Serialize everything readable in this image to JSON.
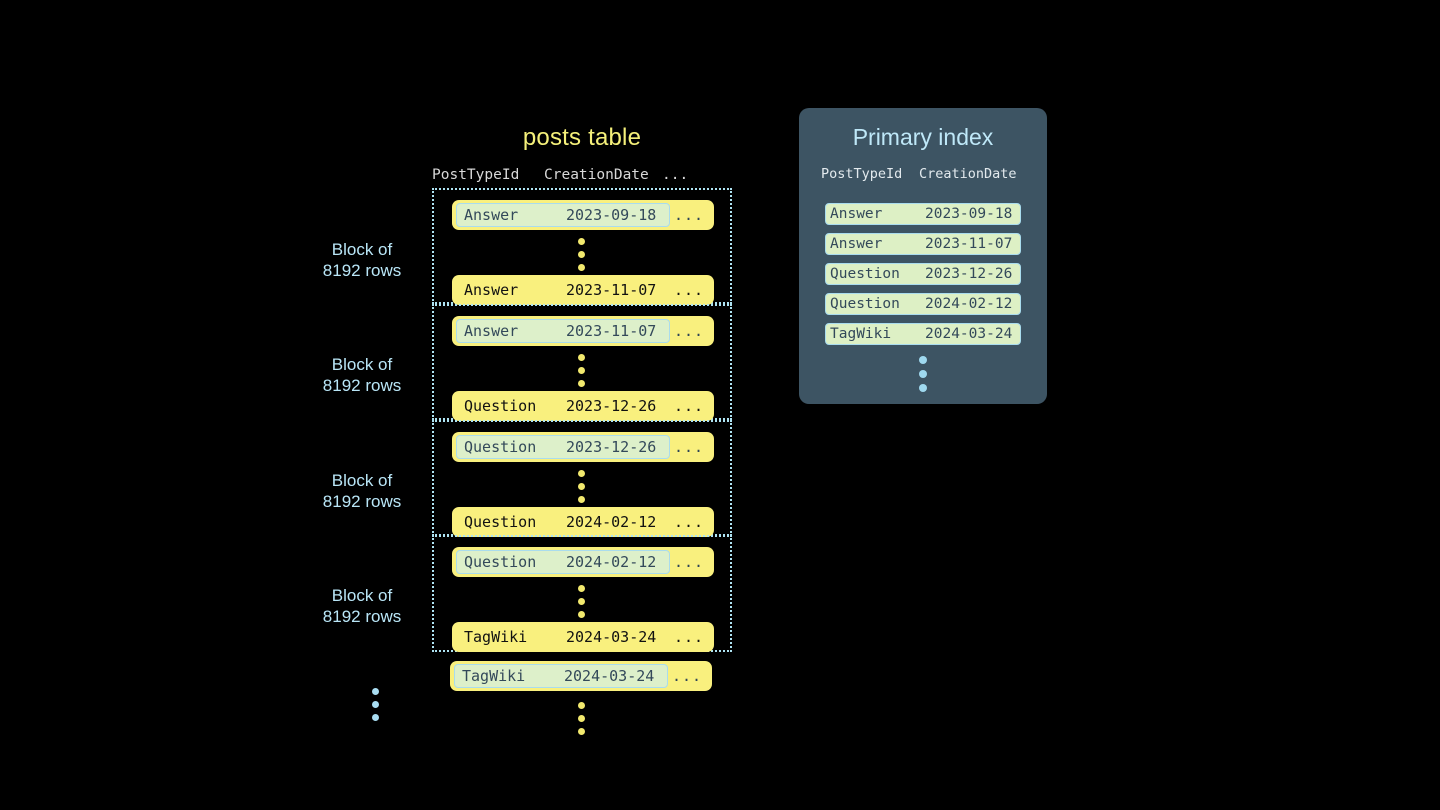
{
  "background_color": "#000000",
  "colors": {
    "row_yellow": "#f9f07e",
    "highlight_mint": "#ddf0ca",
    "highlight_border": "#a9dcee",
    "panel_slate": "#3d5463",
    "accent_blue": "#b9e6f7",
    "title_yellow": "#f5f07a",
    "dot_yellow": "#f2e96e",
    "dot_blue": "#a9ddf2"
  },
  "posts_table": {
    "title": "posts table",
    "columns": {
      "post_type_id": "PostTypeId",
      "creation_date": "CreationDate",
      "more": "..."
    },
    "row_ellipsis": "...",
    "blocks": [
      {
        "label_line1": "Block of",
        "label_line2": "8192 rows",
        "first_row": {
          "type": "Answer",
          "date": "2023-09-18",
          "highlighted": true
        },
        "last_row": {
          "type": "Answer",
          "date": "2023-11-07",
          "highlighted": false
        }
      },
      {
        "label_line1": "Block of",
        "label_line2": "8192 rows",
        "first_row": {
          "type": "Answer",
          "date": "2023-11-07",
          "highlighted": true
        },
        "last_row": {
          "type": "Question",
          "date": "2023-12-26",
          "highlighted": false
        }
      },
      {
        "label_line1": "Block of",
        "label_line2": "8192 rows",
        "first_row": {
          "type": "Question",
          "date": "2023-12-26",
          "highlighted": true
        },
        "last_row": {
          "type": "Question",
          "date": "2024-02-12",
          "highlighted": false
        }
      },
      {
        "label_line1": "Block of",
        "label_line2": "8192 rows",
        "first_row": {
          "type": "Question",
          "date": "2024-02-12",
          "highlighted": true
        },
        "last_row": {
          "type": "TagWiki",
          "date": "2024-03-24",
          "highlighted": false
        }
      }
    ],
    "trailing_row": {
      "type": "TagWiki",
      "date": "2024-03-24",
      "highlighted": true
    }
  },
  "primary_index": {
    "title": "Primary index",
    "columns": {
      "post_type_id": "PostTypeId",
      "creation_date": "CreationDate"
    },
    "entries": [
      {
        "type": "Answer",
        "date": "2023-09-18"
      },
      {
        "type": "Answer",
        "date": "2023-11-07"
      },
      {
        "type": "Question",
        "date": "2023-12-26"
      },
      {
        "type": "Question",
        "date": "2024-02-12"
      },
      {
        "type": "TagWiki",
        "date": "2024-03-24"
      }
    ]
  }
}
